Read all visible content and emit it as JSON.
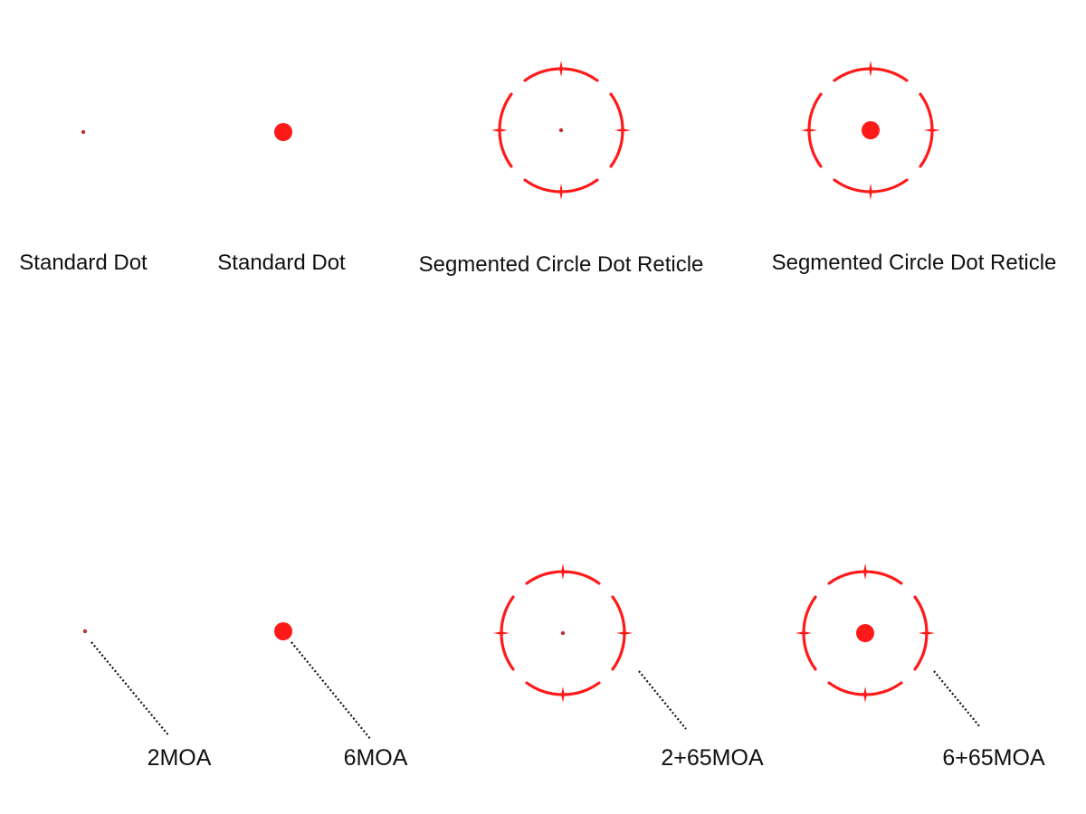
{
  "colors": {
    "reticle": "#ff1a1a",
    "center_dot_small": "#c0302c",
    "leader_line": "#111111",
    "text": "#111111",
    "background": "#ffffff"
  },
  "top_row": {
    "items": [
      {
        "label": "Standard Dot",
        "reticle_type": "standard-dot",
        "dot_size": "small"
      },
      {
        "label": "Standard Dot",
        "reticle_type": "standard-dot",
        "dot_size": "large"
      },
      {
        "label": "Segmented Circle Dot Reticle",
        "reticle_type": "segmented-circle-dot",
        "dot_size": "small"
      },
      {
        "label": "Segmented Circle Dot Reticle",
        "reticle_type": "segmented-circle-dot",
        "dot_size": "large"
      }
    ]
  },
  "bottom_row": {
    "items": [
      {
        "label": "2MOA",
        "reticle_type": "standard-dot",
        "dot_size": "small"
      },
      {
        "label": "6MOA",
        "reticle_type": "standard-dot",
        "dot_size": "large"
      },
      {
        "label": "2+65MOA",
        "reticle_type": "segmented-circle-dot",
        "dot_size": "small"
      },
      {
        "label": "6+65MOA",
        "reticle_type": "segmented-circle-dot",
        "dot_size": "large"
      }
    ]
  }
}
